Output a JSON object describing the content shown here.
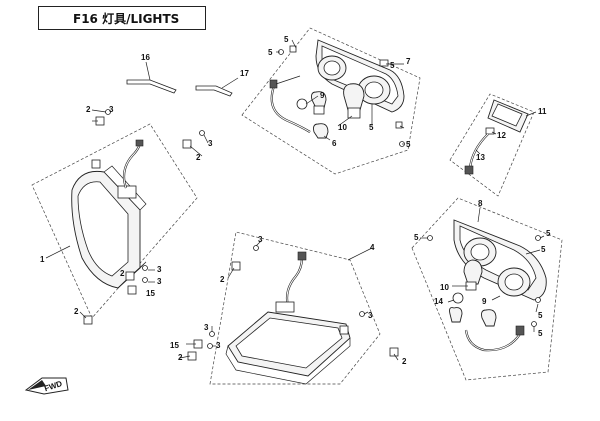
{
  "title": "F16 灯具/LIGHTS",
  "fwd_label": "FWD",
  "callouts": {
    "c1": "1",
    "c2a": "2",
    "c2b": "2",
    "c2c": "2",
    "c2d": "2",
    "c2e": "2",
    "c2f": "2",
    "c2g": "2",
    "c3a": "3",
    "c3b": "3",
    "c3c": "3",
    "c3d": "3",
    "c3e": "3",
    "c3f": "3",
    "c3g": "3",
    "c3h": "3",
    "c4": "4",
    "c5a": "5",
    "c5b": "5",
    "c5c": "5",
    "c5d": "5",
    "c5e": "5",
    "c5f": "5",
    "c5g": "5",
    "c5h": "5",
    "c5i": "5",
    "c5j": "5",
    "c6": "6",
    "c7": "7",
    "c8": "8",
    "c9a": "9",
    "c9b": "9",
    "c10a": "10",
    "c10b": "10",
    "c11": "11",
    "c12": "12",
    "c13": "13",
    "c14": "14",
    "c15a": "15",
    "c15b": "15",
    "c16": "16",
    "c17": "17"
  }
}
